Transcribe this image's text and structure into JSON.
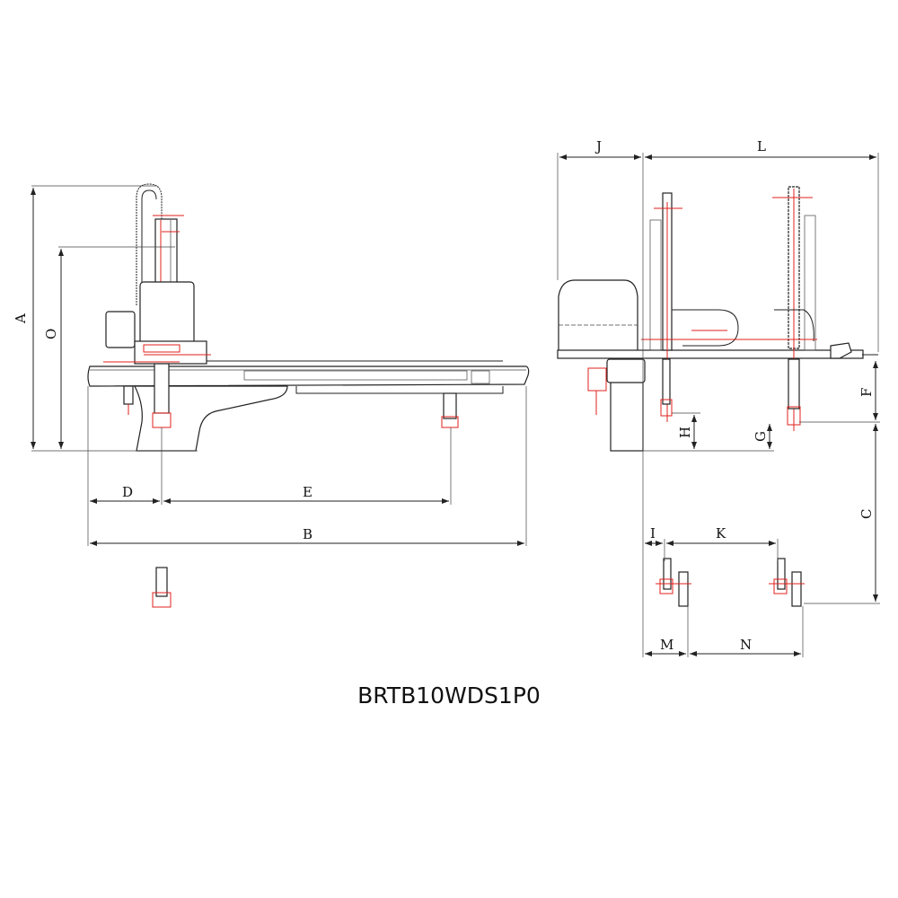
{
  "title": "BRTB10WDS1P0",
  "dimensions": {
    "A": "A",
    "O": "O",
    "D": "D",
    "E": "E",
    "B": "B",
    "J": "J",
    "L": "L",
    "F": "F",
    "C": "C",
    "H": "H",
    "G": "G",
    "I": "I",
    "K": "K",
    "M": "M",
    "N": "N"
  },
  "colors": {
    "line": "#222222",
    "accent": "#e0201c"
  }
}
